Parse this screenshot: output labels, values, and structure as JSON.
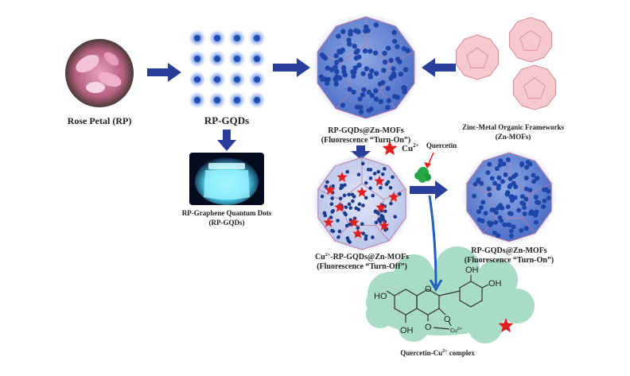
{
  "labels": {
    "rose_petal": "Rose Petal (RP)",
    "rp_gqds": "RP-GQDs",
    "mof_top_line1": "RP-GQDs@Zn-MOFs",
    "mof_top_line2": "(Fluorescence “Turn-On”)",
    "zn_mofs_line1": "Zinc-Metal Organic Frameworks",
    "zn_mofs_line2": "(Zn-MOFs)",
    "jar_line1": "RP-Graphene Quantum Dots",
    "jar_line2": "(RP-GQDs)",
    "cu_ion": "Cu",
    "cu_charge": "2+",
    "quercetin": "Quercetin",
    "cu_mof_line1_a": "Cu",
    "cu_mof_line1_sup": "2+",
    "cu_mof_line1_b": "-RP-GQDs@Zn-MOFs",
    "cu_mof_line2": "(Fluorescence “Turn-Off”)",
    "mof_right_line1": "RP-GQDs@Zn-MOFs",
    "mof_right_line2": "(Fluorescence “Turn-On”)",
    "complex_a": "Quercetin-Cu",
    "complex_sup": "2+",
    "complex_b": " complex"
  },
  "molecule": {
    "ho_left": "HO",
    "oh_bottom": "OH",
    "oh_top": "OH",
    "oh_right": "OH",
    "o_ring": "O",
    "o_keto": "O",
    "o_ether": "O",
    "cu": "Cu",
    "cu_sup": "2+"
  },
  "colors": {
    "arrow": "#2a3f9a",
    "mof_fill": "#5b7fd0",
    "dot": "#1f4fb0",
    "star": "#e02020",
    "cloud": "#a8dcc4",
    "quercetin_blob": "#22a845",
    "pink_mof": "#f6c9cf"
  }
}
